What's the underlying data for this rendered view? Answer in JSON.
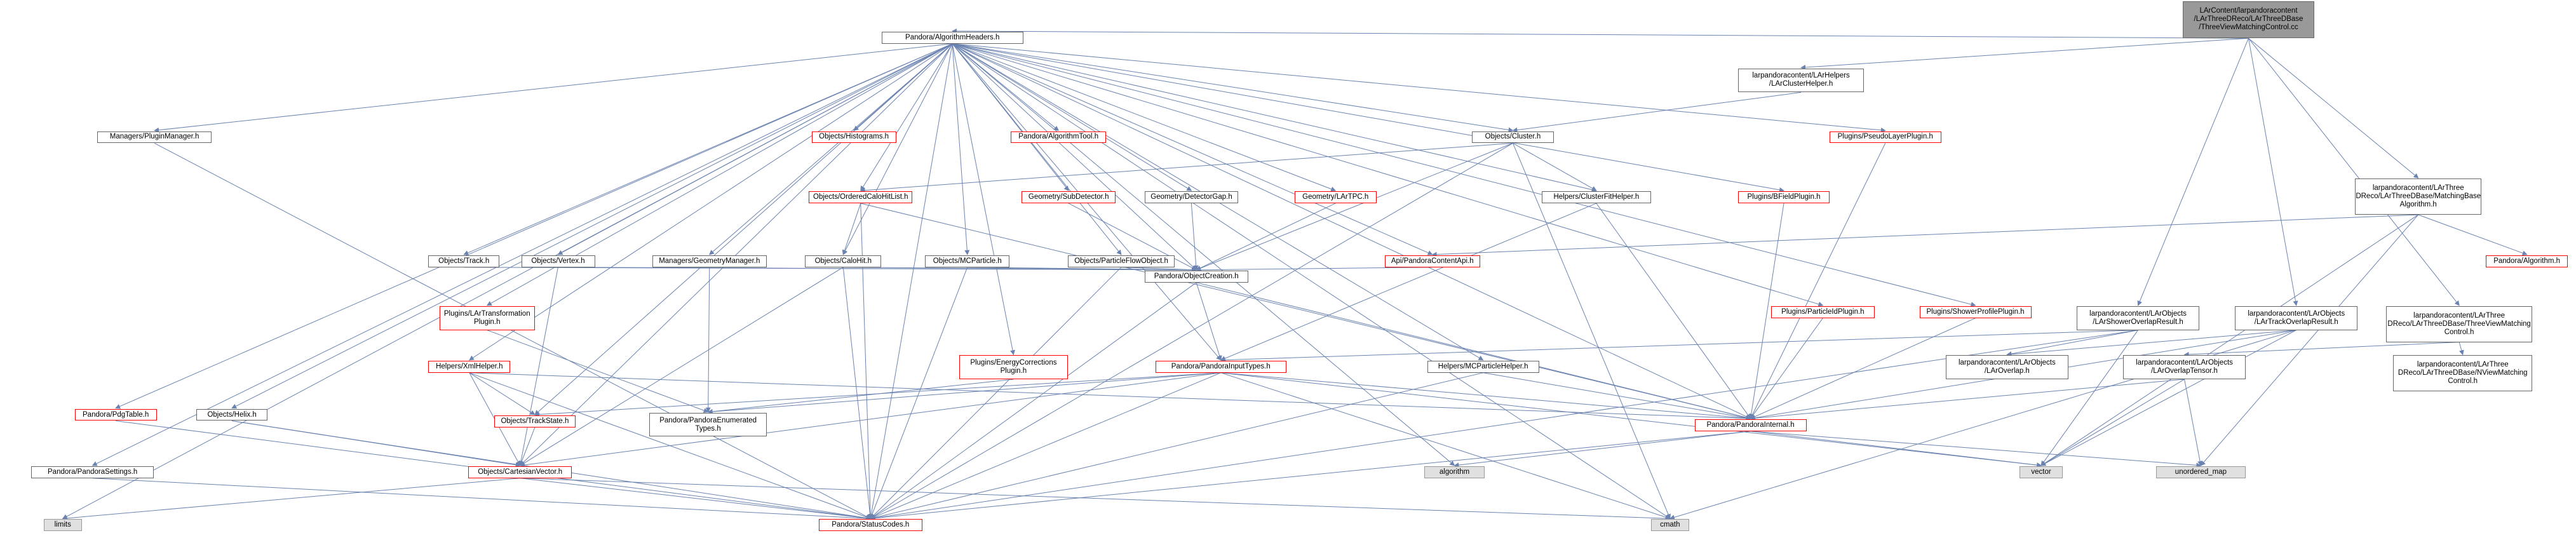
{
  "diagram": {
    "nodes": [
      {
        "id": "root",
        "lines": [
          "LArContent/larpandoracontent",
          "/LArThreeDReco/LArThreeDBase",
          "/ThreeViewMatchingControl.cc"
        ],
        "style": "root"
      },
      {
        "id": "algheaders",
        "lines": [
          "Pandora/AlgorithmHeaders.h"
        ],
        "style": "normal"
      },
      {
        "id": "clusterhelper",
        "lines": [
          "larpandoracontent/LArHelpers",
          "/LArClusterHelper.h"
        ],
        "style": "normal"
      },
      {
        "id": "pluginmanager",
        "lines": [
          "Managers/PluginManager.h"
        ],
        "style": "normal"
      },
      {
        "id": "histograms",
        "lines": [
          "Objects/Histograms.h"
        ],
        "style": "red"
      },
      {
        "id": "algtool",
        "lines": [
          "Pandora/AlgorithmTool.h"
        ],
        "style": "red"
      },
      {
        "id": "cluster",
        "lines": [
          "Objects/Cluster.h"
        ],
        "style": "normal"
      },
      {
        "id": "pseudolayer",
        "lines": [
          "Plugins/PseudoLayerPlugin.h"
        ],
        "style": "red"
      },
      {
        "id": "orderedcalohitlist",
        "lines": [
          "Objects/OrderedCaloHitList.h"
        ],
        "style": "red"
      },
      {
        "id": "subdetector",
        "lines": [
          "Geometry/SubDetector.h"
        ],
        "style": "red"
      },
      {
        "id": "detectorgap",
        "lines": [
          "Geometry/DetectorGap.h"
        ],
        "style": "normal"
      },
      {
        "id": "lartpc",
        "lines": [
          "Geometry/LArTPC.h"
        ],
        "style": "red"
      },
      {
        "id": "clusterfithelper",
        "lines": [
          "Helpers/ClusterFitHelper.h"
        ],
        "style": "normal"
      },
      {
        "id": "bfield",
        "lines": [
          "Plugins/BFieldPlugin.h"
        ],
        "style": "red"
      },
      {
        "id": "matchingbase",
        "lines": [
          "larpandoracontent/LArThree",
          "DReco/LArThreeDBase/MatchingBase",
          "Algorithm.h"
        ],
        "style": "normal"
      },
      {
        "id": "track",
        "lines": [
          "Objects/Track.h"
        ],
        "style": "normal"
      },
      {
        "id": "vertex",
        "lines": [
          "Objects/Vertex.h"
        ],
        "style": "normal"
      },
      {
        "id": "geometrymanager",
        "lines": [
          "Managers/GeometryManager.h"
        ],
        "style": "normal"
      },
      {
        "id": "calohit",
        "lines": [
          "Objects/CaloHit.h"
        ],
        "style": "normal"
      },
      {
        "id": "mcparticle",
        "lines": [
          "Objects/MCParticle.h"
        ],
        "style": "normal"
      },
      {
        "id": "pfo",
        "lines": [
          "Objects/ParticleFlowObject.h"
        ],
        "style": "normal"
      },
      {
        "id": "pandoracontentapi",
        "lines": [
          "Api/PandoraContentApi.h"
        ],
        "style": "red"
      },
      {
        "id": "pandoraalgorithm",
        "lines": [
          "Pandora/Algorithm.h"
        ],
        "style": "red"
      },
      {
        "id": "objectcreation",
        "lines": [
          "Pandora/ObjectCreation.h"
        ],
        "style": "normal"
      },
      {
        "id": "transformation",
        "lines": [
          "Plugins/LArTransformation",
          "Plugin.h"
        ],
        "style": "red"
      },
      {
        "id": "showerprofile",
        "lines": [
          "Plugins/ShowerProfilePlugin.h"
        ],
        "style": "red"
      },
      {
        "id": "showeroverlap",
        "lines": [
          "larpandoracontent/LArObjects",
          "/LArShowerOverlapResult.h"
        ],
        "style": "normal"
      },
      {
        "id": "trackoverlap",
        "lines": [
          "larpandoracontent/LArObjects",
          "/LArTrackOverlapResult.h"
        ],
        "style": "normal"
      },
      {
        "id": "threeviewmatching",
        "lines": [
          "larpandoracontent/LArThree",
          "DReco/LArThreeDBase/ThreeViewMatching",
          "Control.h"
        ],
        "style": "normal"
      },
      {
        "id": "particleid",
        "lines": [
          "Plugins/ParticleIdPlugin.h"
        ],
        "style": "red"
      },
      {
        "id": "energycorrections",
        "lines": [
          "Plugins/EnergyCorrections",
          "Plugin.h"
        ],
        "style": "red"
      },
      {
        "id": "inputtypes",
        "lines": [
          "Pandora/PandoraInputTypes.h"
        ],
        "style": "red"
      },
      {
        "id": "mcparticlehelper",
        "lines": [
          "Helpers/MCParticleHelper.h"
        ],
        "style": "normal"
      },
      {
        "id": "laroverlap",
        "lines": [
          "larpandoracontent/LArObjects",
          "/LArOverlap.h"
        ],
        "style": "normal"
      },
      {
        "id": "overlaptensor",
        "lines": [
          "larpandoracontent/LArObjects",
          "/LArOverlapTensor.h"
        ],
        "style": "normal"
      },
      {
        "id": "nviewmatching",
        "lines": [
          "larpandoracontent/LArThree",
          "DReco/LArThreeDBase/NViewMatching",
          "Control.h"
        ],
        "style": "normal"
      },
      {
        "id": "xmlhelper",
        "lines": [
          "Helpers/XmlHelper.h"
        ],
        "style": "red"
      },
      {
        "id": "pdgtable",
        "lines": [
          "Pandora/PdgTable.h"
        ],
        "style": "red"
      },
      {
        "id": "helix",
        "lines": [
          "Objects/Helix.h"
        ],
        "style": "normal"
      },
      {
        "id": "trackstate",
        "lines": [
          "Objects/TrackState.h"
        ],
        "style": "red"
      },
      {
        "id": "enumeratedtypes",
        "lines": [
          "Pandora/PandoraEnumerated",
          "Types.h"
        ],
        "style": "normal"
      },
      {
        "id": "pandorainternal",
        "lines": [
          "Pandora/PandoraInternal.h"
        ],
        "style": "red"
      },
      {
        "id": "pandorasettings",
        "lines": [
          "Pandora/PandoraSettings.h"
        ],
        "style": "normal"
      },
      {
        "id": "cartesianvector",
        "lines": [
          "Objects/CartesianVector.h"
        ],
        "style": "red"
      },
      {
        "id": "algorithm",
        "lines": [
          "algorithm"
        ],
        "style": "missing"
      },
      {
        "id": "vector",
        "lines": [
          "vector"
        ],
        "style": "missing"
      },
      {
        "id": "unorderedmap",
        "lines": [
          "unordered_map"
        ],
        "style": "missing"
      },
      {
        "id": "limits",
        "lines": [
          "limits"
        ],
        "style": "missing"
      },
      {
        "id": "statuscodes",
        "lines": [
          "Pandora/StatusCodes.h"
        ],
        "style": "red"
      },
      {
        "id": "cmath",
        "lines": [
          "cmath"
        ],
        "style": "missing"
      }
    ],
    "edges": [
      [
        "root",
        "algheaders"
      ],
      [
        "root",
        "clusterhelper"
      ],
      [
        "root",
        "showeroverlap"
      ],
      [
        "root",
        "trackoverlap"
      ],
      [
        "root",
        "threeviewmatching"
      ],
      [
        "root",
        "matchingbase"
      ],
      [
        "algheaders",
        "pluginmanager"
      ],
      [
        "algheaders",
        "histograms"
      ],
      [
        "algheaders",
        "algtool"
      ],
      [
        "algheaders",
        "cluster"
      ],
      [
        "algheaders",
        "pseudolayer"
      ],
      [
        "algheaders",
        "orderedcalohitlist"
      ],
      [
        "algheaders",
        "subdetector"
      ],
      [
        "algheaders",
        "detectorgap"
      ],
      [
        "algheaders",
        "lartpc"
      ],
      [
        "algheaders",
        "clusterfithelper"
      ],
      [
        "algheaders",
        "bfield"
      ],
      [
        "algheaders",
        "track"
      ],
      [
        "algheaders",
        "vertex"
      ],
      [
        "algheaders",
        "geometrymanager"
      ],
      [
        "algheaders",
        "calohit"
      ],
      [
        "algheaders",
        "mcparticle"
      ],
      [
        "algheaders",
        "pfo"
      ],
      [
        "algheaders",
        "pandoracontentapi"
      ],
      [
        "algheaders",
        "objectcreation"
      ],
      [
        "algheaders",
        "transformation"
      ],
      [
        "algheaders",
        "showerprofile"
      ],
      [
        "algheaders",
        "particleid"
      ],
      [
        "algheaders",
        "energycorrections"
      ],
      [
        "algheaders",
        "inputtypes"
      ],
      [
        "algheaders",
        "mcparticlehelper"
      ],
      [
        "algheaders",
        "xmlhelper"
      ],
      [
        "algheaders",
        "pdgtable"
      ],
      [
        "algheaders",
        "helix"
      ],
      [
        "algheaders",
        "trackstate"
      ],
      [
        "algheaders",
        "pandorasettings"
      ],
      [
        "algheaders",
        "cartesianvector"
      ],
      [
        "algheaders",
        "algorithm"
      ],
      [
        "algheaders",
        "limits"
      ],
      [
        "algheaders",
        "statuscodes"
      ],
      [
        "algheaders",
        "cmath"
      ],
      [
        "algheaders",
        "pandorainternal"
      ],
      [
        "clusterhelper",
        "cluster"
      ],
      [
        "pluginmanager",
        "statuscodes"
      ],
      [
        "cluster",
        "orderedcalohitlist"
      ],
      [
        "cluster",
        "clusterfithelper"
      ],
      [
        "cluster",
        "objectcreation"
      ],
      [
        "cluster",
        "cmath"
      ],
      [
        "cluster",
        "statuscodes"
      ],
      [
        "pseudolayer",
        "pandorainternal"
      ],
      [
        "orderedcalohitlist",
        "calohit"
      ],
      [
        "orderedcalohitlist",
        "statuscodes"
      ],
      [
        "orderedcalohitlist",
        "pandorainternal"
      ],
      [
        "subdetector",
        "objectcreation"
      ],
      [
        "detectorgap",
        "objectcreation"
      ],
      [
        "lartpc",
        "objectcreation"
      ],
      [
        "clusterfithelper",
        "inputtypes"
      ],
      [
        "clusterfithelper",
        "pandorainternal"
      ],
      [
        "bfield",
        "pandorainternal"
      ],
      [
        "matchingbase",
        "pandoracontentapi"
      ],
      [
        "matchingbase",
        "pandoraalgorithm"
      ],
      [
        "matchingbase",
        "vector"
      ],
      [
        "matchingbase",
        "unorderedmap"
      ],
      [
        "track",
        "objectcreation"
      ],
      [
        "vertex",
        "objectcreation"
      ],
      [
        "vertex",
        "cartesianvector"
      ],
      [
        "geometrymanager",
        "enumeratedtypes"
      ],
      [
        "calohit",
        "objectcreation"
      ],
      [
        "calohit",
        "statuscodes"
      ],
      [
        "calohit",
        "cartesianvector"
      ],
      [
        "mcparticle",
        "objectcreation"
      ],
      [
        "mcparticle",
        "statuscodes"
      ],
      [
        "pfo",
        "objectcreation"
      ],
      [
        "pfo",
        "statuscodes"
      ],
      [
        "pandoracontentapi",
        "objectcreation"
      ],
      [
        "objectcreation",
        "inputtypes"
      ],
      [
        "objectcreation",
        "statuscodes"
      ],
      [
        "objectcreation",
        "pandorainternal"
      ],
      [
        "transformation",
        "enumeratedtypes"
      ],
      [
        "showerprofile",
        "pandorainternal"
      ],
      [
        "showeroverlap",
        "inputtypes"
      ],
      [
        "showeroverlap",
        "laroverlap"
      ],
      [
        "showeroverlap",
        "vector"
      ],
      [
        "showeroverlap",
        "statuscodes"
      ],
      [
        "trackoverlap",
        "laroverlap"
      ],
      [
        "trackoverlap",
        "vector"
      ],
      [
        "trackoverlap",
        "cmath"
      ],
      [
        "trackoverlap",
        "pandorainternal"
      ],
      [
        "threeviewmatching",
        "overlaptensor"
      ],
      [
        "threeviewmatching",
        "nviewmatching"
      ],
      [
        "particleid",
        "pandorainternal"
      ],
      [
        "energycorrections",
        "enumeratedtypes"
      ],
      [
        "inputtypes",
        "trackstate"
      ],
      [
        "inputtypes",
        "cartesianvector"
      ],
      [
        "inputtypes",
        "enumeratedtypes"
      ],
      [
        "inputtypes",
        "pandorainternal"
      ],
      [
        "inputtypes",
        "statuscodes"
      ],
      [
        "inputtypes",
        "cmath"
      ],
      [
        "inputtypes",
        "vector"
      ],
      [
        "mcparticlehelper",
        "pandorainternal"
      ],
      [
        "mcparticlehelper",
        "statuscodes"
      ],
      [
        "overlaptensor",
        "pandorainternal"
      ],
      [
        "overlaptensor",
        "vector"
      ],
      [
        "overlaptensor",
        "unorderedmap"
      ],
      [
        "xmlhelper",
        "trackstate"
      ],
      [
        "xmlhelper",
        "cartesianvector"
      ],
      [
        "xmlhelper",
        "statuscodes"
      ],
      [
        "xmlhelper",
        "pandorainternal"
      ],
      [
        "pdgtable",
        "statuscodes"
      ],
      [
        "helix",
        "cartesianvector"
      ],
      [
        "helix",
        "statuscodes"
      ],
      [
        "trackstate",
        "cartesianvector"
      ],
      [
        "pandorainternal",
        "algorithm"
      ],
      [
        "pandorainternal",
        "vector"
      ],
      [
        "pandorainternal",
        "unorderedmap"
      ],
      [
        "pandorainternal",
        "statuscodes"
      ],
      [
        "pandorasettings",
        "statuscodes"
      ],
      [
        "cartesianvector",
        "limits"
      ],
      [
        "cartesianvector",
        "cmath"
      ],
      [
        "cartesianvector",
        "statuscodes"
      ]
    ]
  }
}
